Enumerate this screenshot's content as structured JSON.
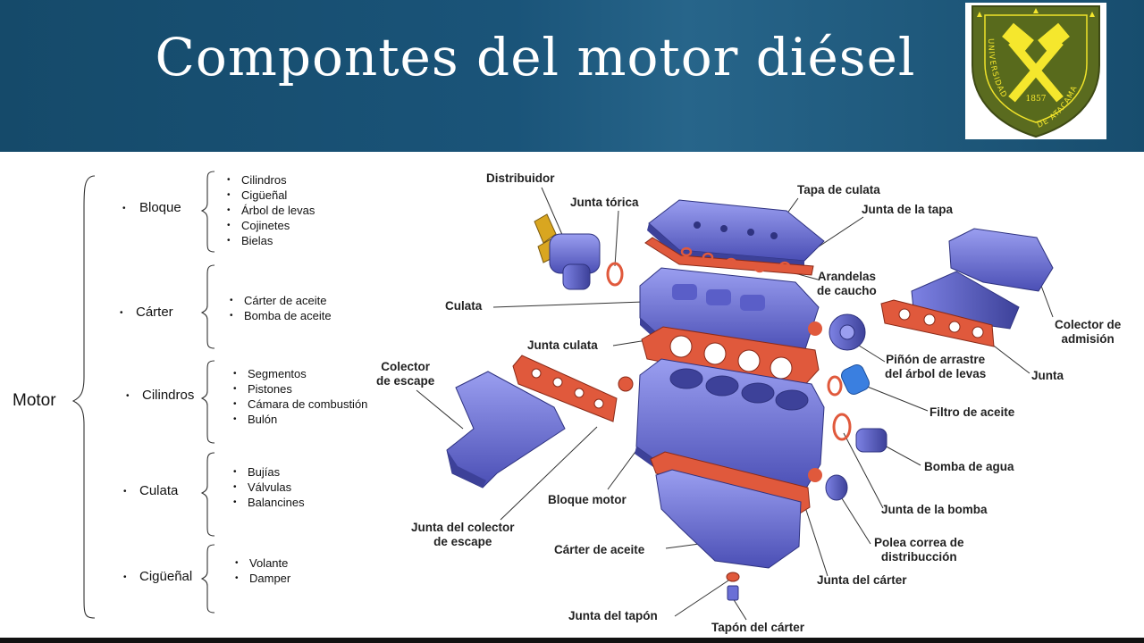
{
  "header": {
    "title": "Compontes del motor diésel",
    "bg_color": "#1a5479",
    "logo": {
      "text_top": "UNIVERSIDAD DE ATACAMA",
      "year": "1857",
      "icon": "crossed-hammers-emblem",
      "colors": [
        "#5a6b1f",
        "#f5e72d"
      ]
    }
  },
  "tree": {
    "root": "Motor",
    "groups": [
      {
        "label": "Bloque",
        "items": [
          "Cilindros",
          "Cigüeñal",
          "Árbol de levas",
          "Cojinetes",
          "Bielas"
        ]
      },
      {
        "label": "Cárter",
        "items": [
          "Cárter de aceite",
          "Bomba de aceite"
        ]
      },
      {
        "label": "Cilindros",
        "items": [
          "Segmentos",
          "Pistones",
          "Cámara de combustión",
          "Bulón"
        ]
      },
      {
        "label": "Culata",
        "items": [
          "Bujías",
          "Válvulas",
          "Balancines"
        ]
      },
      {
        "label": "Cigüeñal",
        "items": [
          "Volante",
          "Damper"
        ]
      }
    ]
  },
  "diagram": {
    "labels": {
      "distribuidor": "Distribuidor",
      "junta_torica": "Junta tórica",
      "tapa_culata": "Tapa de culata",
      "junta_tapa": "Junta de la tapa",
      "arandelas": "Arandelas\nde caucho",
      "culata": "Culata",
      "colector_admision": "Colector de\nadmisión",
      "junta_culata": "Junta culata",
      "pinon": "Piñón de arrastre\ndel árbol de levas",
      "junta": "Junta",
      "colector_escape": "Colector\nde escape",
      "filtro": "Filtro de aceite",
      "bomba_agua": "Bomba de agua",
      "bloque_motor": "Bloque motor",
      "junta_bomba": "Junta de la bomba",
      "junta_colector": "Junta del colector\nde escape",
      "polea": "Polea correa de\ndistribucción",
      "carter_aceite": "Cárter de aceite",
      "junta_carter": "Junta del cárter",
      "junta_tapon": "Junta del tapón",
      "tapon_carter": "Tapón del cárter"
    },
    "colors": {
      "metal": "#6a6fd6",
      "metal_dark": "#3b3f9a",
      "gasket": "#e0593c",
      "filter": "#3a7fe0",
      "leader": "#333333"
    }
  }
}
